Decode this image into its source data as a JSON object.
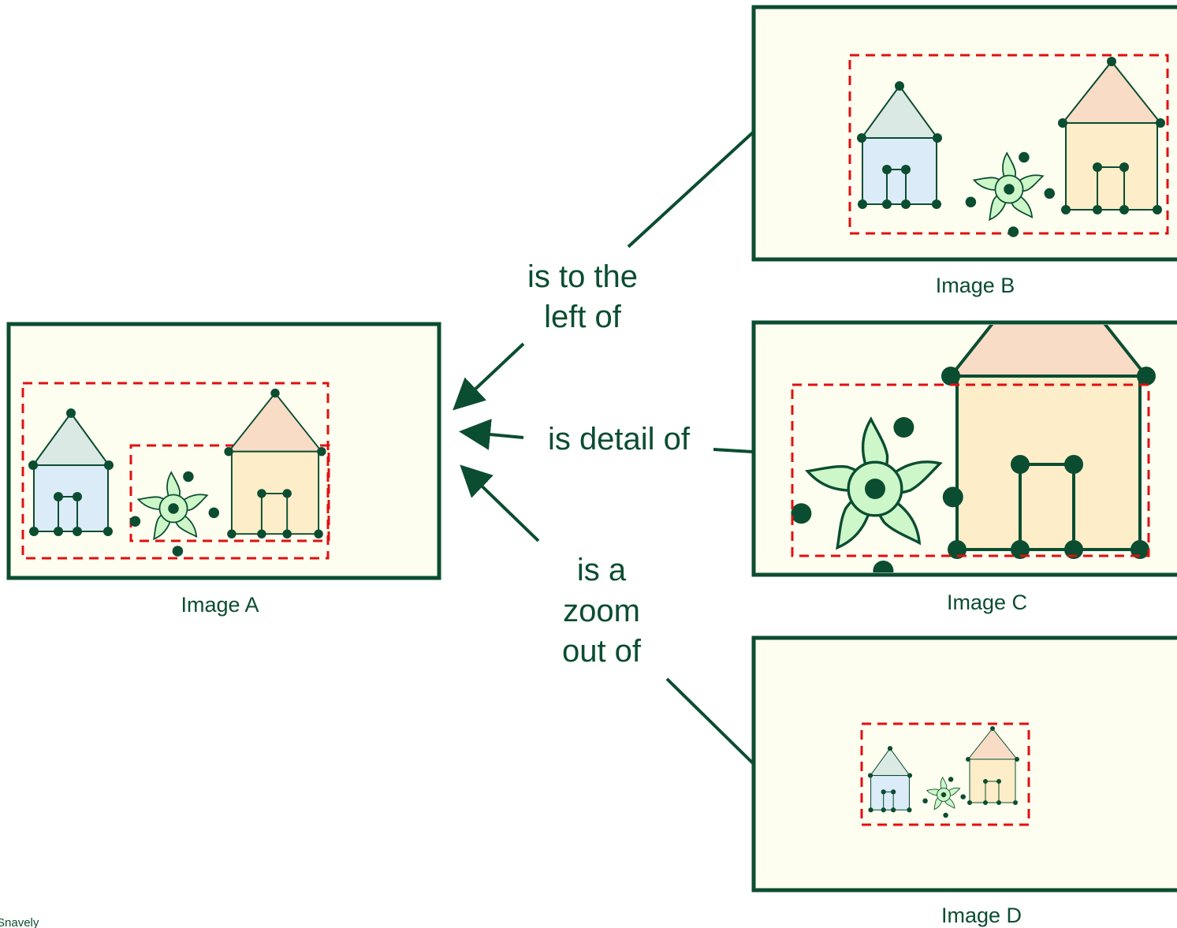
{
  "images": {
    "a": {
      "caption": "Image A"
    },
    "b": {
      "caption": "Image B"
    },
    "c": {
      "caption": "Image C"
    },
    "d": {
      "caption": "Image D"
    }
  },
  "relations": {
    "left_of": [
      "is to the",
      "left of"
    ],
    "detail_of": "is detail of",
    "zoom_out": [
      "is a",
      "zoom",
      "out of"
    ]
  },
  "credit": "Snavely",
  "colors": {
    "frame": "#0b4d31",
    "panel_fill": "#fefef0",
    "dashed_box": "#e01010",
    "node": "#0b4d31",
    "house_blue_roof": "#dbe9e4",
    "house_blue_body": "#dcebf8",
    "house_orange_roof": "#f9dcc6",
    "house_orange_body": "#fdedc8",
    "flower_fill": "#cdf7c8",
    "label_text": "#0b4d31"
  }
}
